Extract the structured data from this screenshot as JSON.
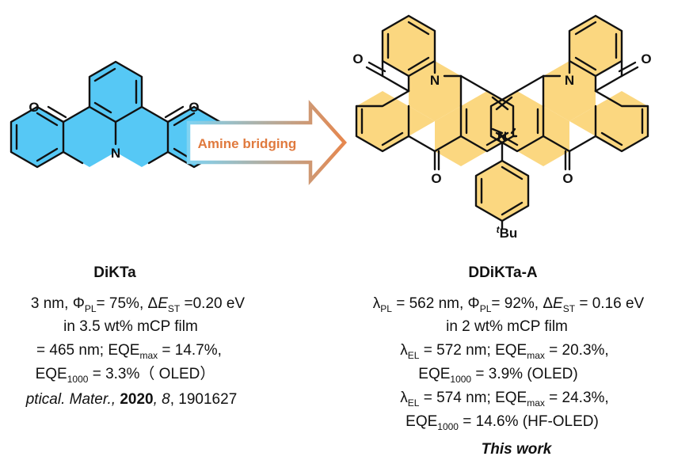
{
  "colors": {
    "diktaFill": "#56c8f5",
    "ddiktaFill": "#fbd780",
    "arrowCyan": "#7fd3f2",
    "arrowOrange": "#e6874e",
    "arrowText": "#e07a3e"
  },
  "arrow": {
    "label": "Amine bridging"
  },
  "atoms": {
    "O": "O",
    "N": "N",
    "tbu_sup": "t",
    "tbu": "Bu"
  },
  "left": {
    "name": "DiKTa",
    "pl": {
      "a": "3 nm, Φ",
      "a_sub": "PL",
      "b": "= 75%, Δ",
      "b_it": "E",
      "b_sub": "ST",
      "c": " =0.20 eV"
    },
    "film": "in 3.5 wt% mCP film",
    "el": {
      "a": "= 465 nm; EQE",
      "a_sub": "max",
      "b": " = 14.7%,"
    },
    "eqe": {
      "a": "EQE",
      "a_sub": "1000",
      "b": " = 3.3%（ OLED）"
    },
    "ref": {
      "a": "ptical. Mater.,",
      "b": " 2020",
      "c": ", 8",
      "d": ", 1901627"
    }
  },
  "right": {
    "name": "DDiKTa-A",
    "pl": {
      "a": "λ",
      "a_sub": "PL",
      "b": " = 562 nm, Φ",
      "b_sub": "PL",
      "c": "= 92%, Δ",
      "c_it": "E",
      "c_sub": "ST",
      "d": " = 0.16 eV"
    },
    "film": "in 2 wt% mCP film",
    "el1": {
      "a": "λ",
      "a_sub": "EL",
      "b": " = 572 nm; EQE",
      "b_sub": "max",
      "c": " = 20.3%,"
    },
    "eqe1": {
      "a": "EQE",
      "a_sub": "1000",
      "b": " = 3.9% (OLED)"
    },
    "el2": {
      "a": "λ",
      "a_sub": "EL",
      "b": " = 574 nm; EQE",
      "b_sub": "max",
      "c": " = 24.3%,"
    },
    "eqe2": {
      "a": "EQE",
      "a_sub": "1000",
      "b": " = 14.6% (HF-OLED)"
    },
    "work": "This work"
  }
}
